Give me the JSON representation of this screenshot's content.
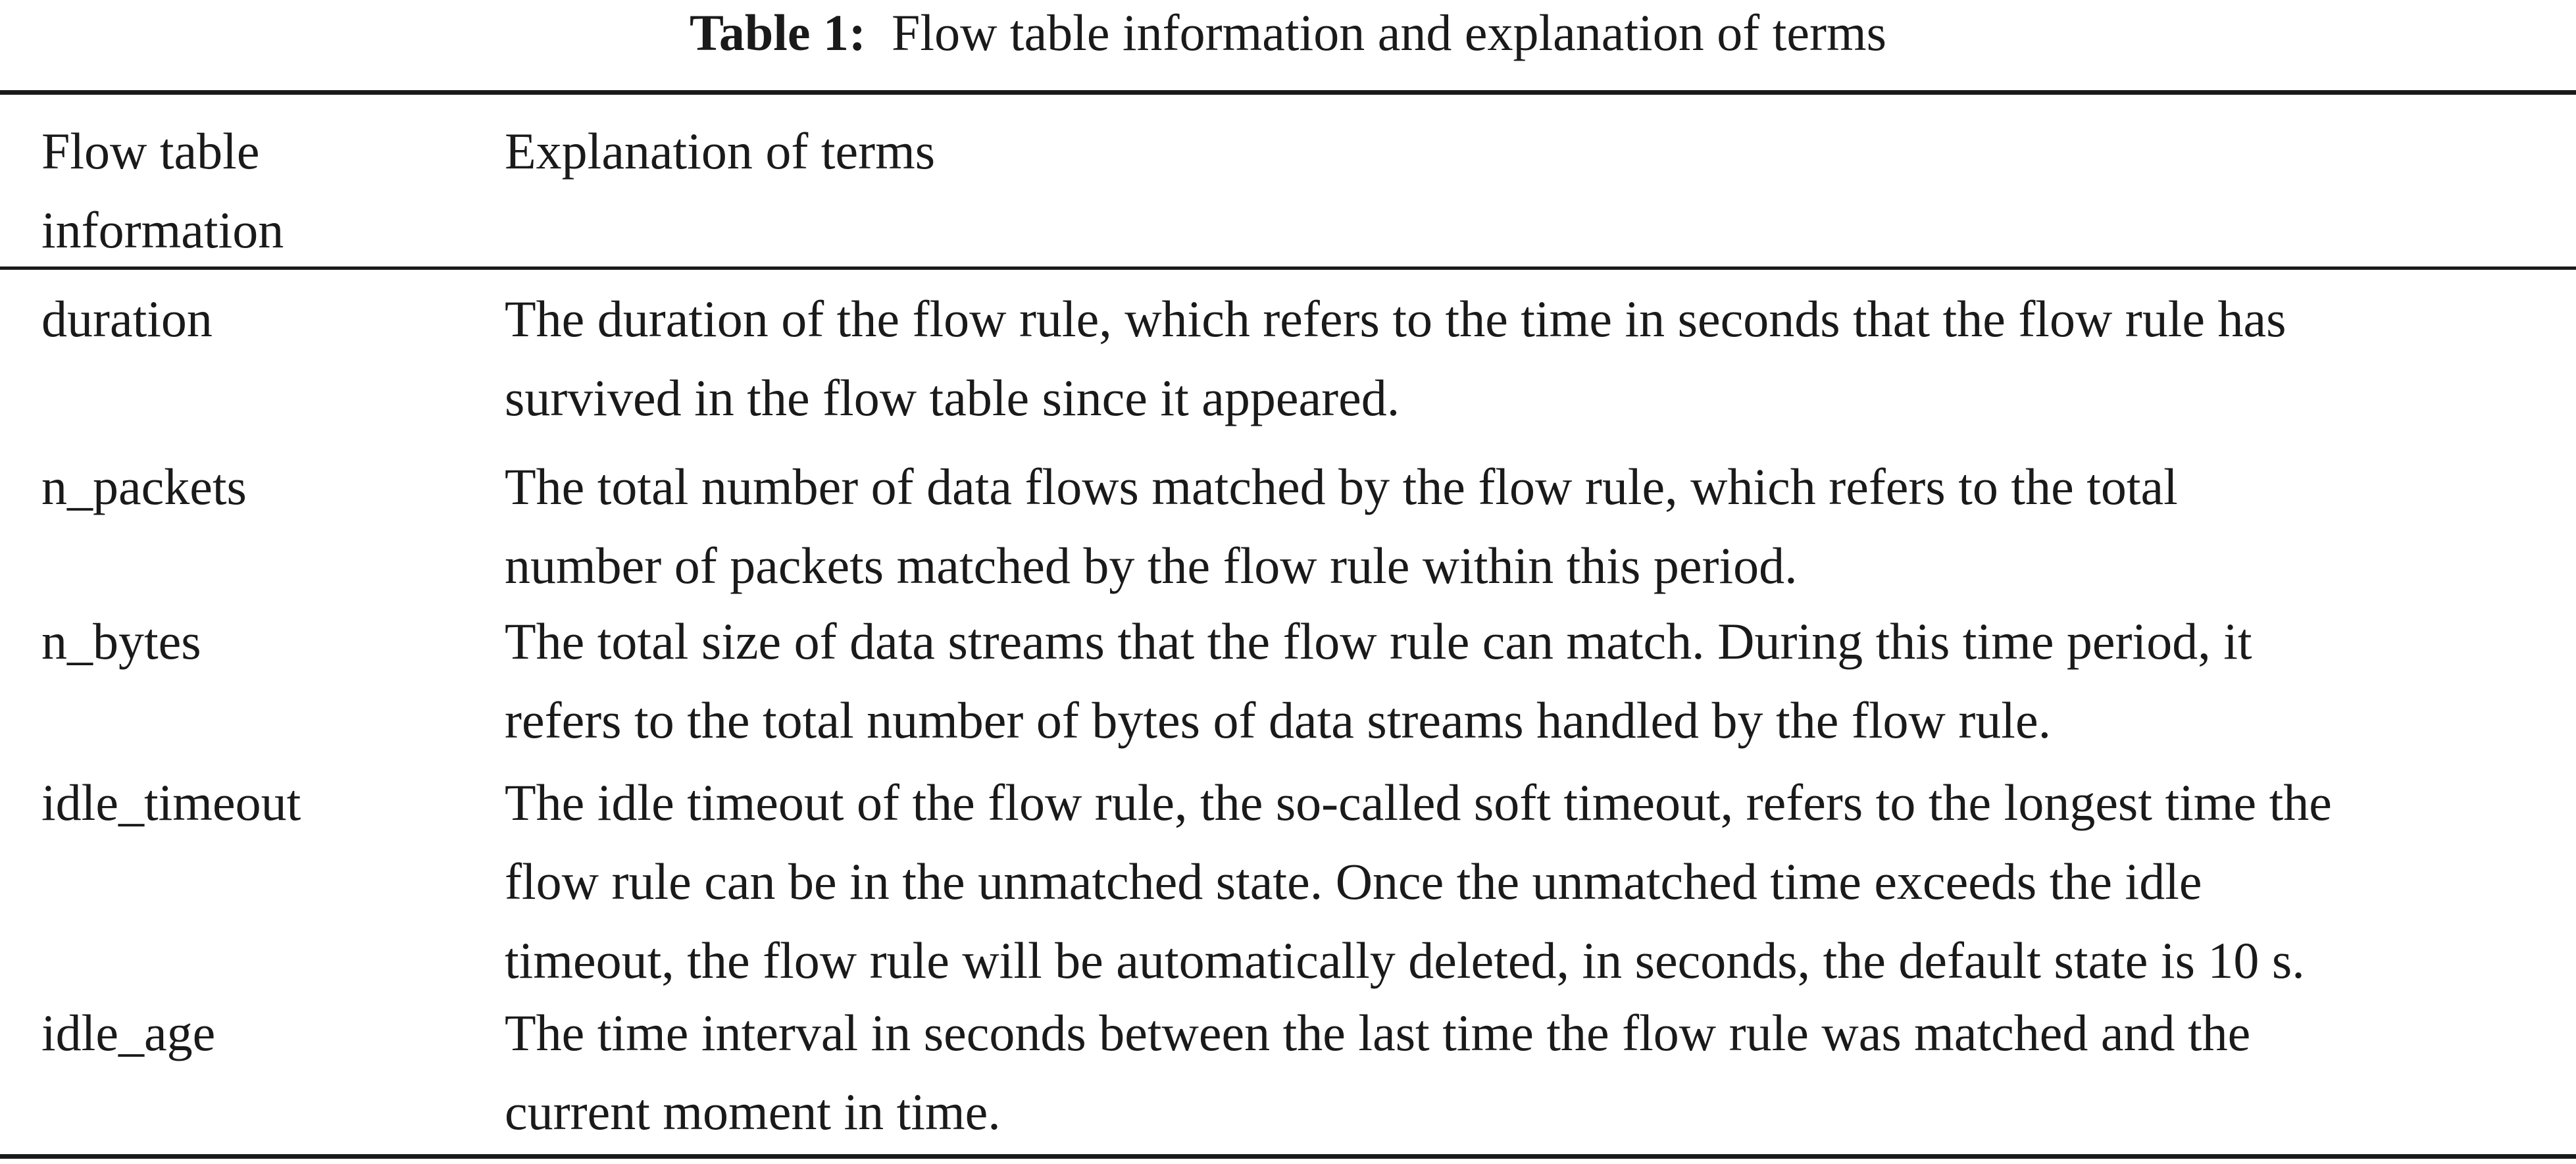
{
  "caption": {
    "label": "Table 1:",
    "text": "Flow table information and explanation of terms"
  },
  "table": {
    "headers": {
      "col1_line1": "Flow table",
      "col1_line2": "information",
      "col2": "Explanation of terms"
    },
    "rows": [
      {
        "term": "duration",
        "lines": [
          "The duration of the flow rule, which refers to the time in seconds that the flow rule has",
          "survived in the flow table since it appeared."
        ]
      },
      {
        "term": "n_packets",
        "lines": [
          "The total number of data flows matched by the flow rule, which refers to the total",
          "number of packets matched by the flow rule within this period."
        ]
      },
      {
        "term": "n_bytes",
        "lines": [
          "The total size of data streams that the flow rule can match. During this time period, it",
          "refers to the total number of bytes of data streams handled by the flow rule."
        ]
      },
      {
        "term": "idle_timeout",
        "lines": [
          "The idle timeout of the flow rule, the so-called soft timeout, refers to the longest time the",
          "flow rule can be in the unmatched state. Once the unmatched time exceeds the idle",
          "timeout, the flow rule will be automatically deleted, in seconds, the default state is 10 s."
        ]
      },
      {
        "term": "idle_age",
        "lines": [
          "The time interval in seconds between the last time the flow rule was matched and the",
          "current moment in time."
        ]
      }
    ]
  }
}
